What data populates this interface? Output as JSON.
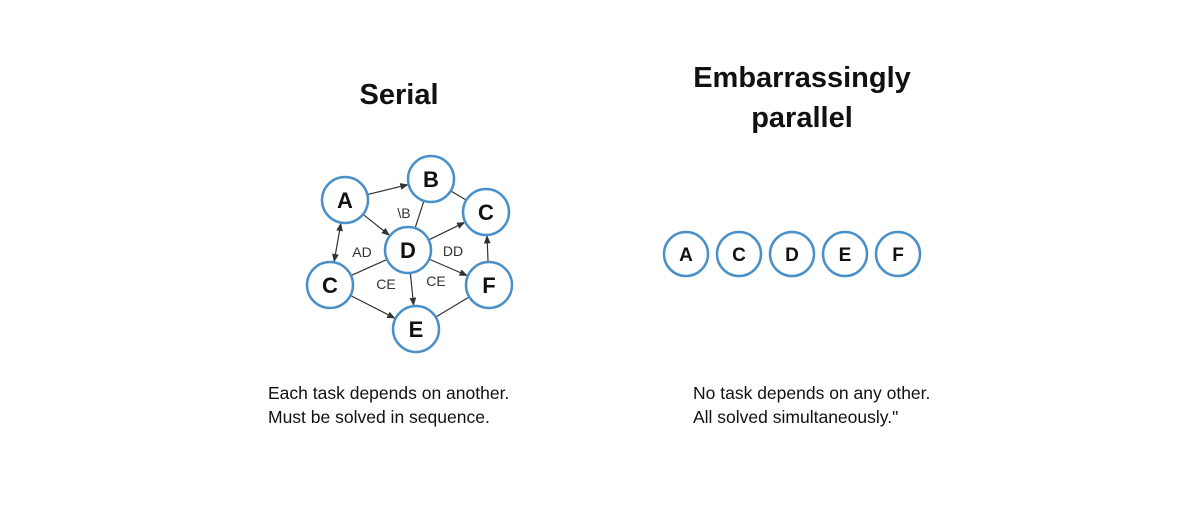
{
  "serial": {
    "title": "Serial",
    "caption_line1": "Each task depends on another.",
    "caption_line2": "Must be solved in sequence.",
    "nodes": {
      "A": "A",
      "B": "B",
      "C1": "C",
      "C2": "C",
      "D": "D",
      "E": "E",
      "F": "F"
    },
    "edge_labels": {
      "b": "\\B",
      "ad": "AD",
      "dd": "DD",
      "ce1": "CE",
      "ce2": "CE"
    }
  },
  "parallel": {
    "title_line1": "Embarrassingly",
    "title_line2": "parallel",
    "caption_line1": "No task depends on any other.",
    "caption_line2": "All solved simultaneously.\"",
    "nodes": [
      "A",
      "C",
      "D",
      "E",
      "F"
    ]
  },
  "colors": {
    "node_stroke": "#4a90c8",
    "edge": "#333333"
  }
}
